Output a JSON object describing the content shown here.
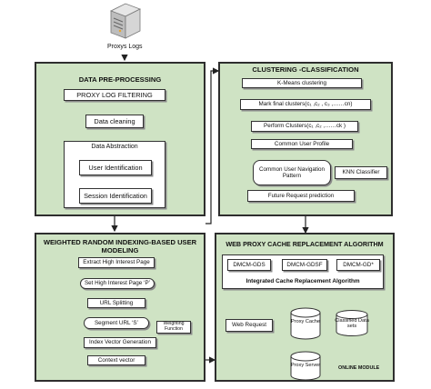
{
  "header": {
    "server_label": "Proxys Logs"
  },
  "panels": {
    "preprocessing": {
      "title": "DATA  PRE-PROCESSING",
      "filtering": "PROXY LOG FILTERING",
      "cleaning": "Data cleaning",
      "abstraction_title": "Data Abstraction",
      "user_id": "User Identification",
      "session_id": "Session Identification"
    },
    "clustering": {
      "title": "CLUSTERING -CLASSIFICATION",
      "kmeans": "K-Means clustering",
      "mark": "Mark final clusters(c₁ ,c₂ , c₃ ,……cn)",
      "perform": "Perform Clusters(c₁ ,c₂ ,……ck )",
      "profile": "Common User Profile",
      "navigation": "Common User Navigation Pattern",
      "knn": "KNN Classifier",
      "future": "Future Request prediction"
    },
    "indexing": {
      "title_line1": "WEIGHTED RANDOM INDEXING-BASED USER",
      "title_line2": "MODELING",
      "extract": "Extract High Interest Page",
      "set": "Set High Interest Page  ‘P’",
      "splitting": "URL Splitting",
      "segment": "Segment URL ‘S’",
      "weighting": "Weighting Function",
      "index_vector": "Index Vector Generation",
      "context_vector": "Context vector"
    },
    "cache": {
      "title": "WEB PROXY CACHE REPLACEMENT ALGORITHM",
      "gds": "DMCM-GDS",
      "gdsf": "DMCM-GDSF",
      "gdstar": "DMCM-GD*",
      "integrated": "Integrated  Cache Replacement Algorithm",
      "web_request": "Web Request",
      "proxy_cache": "Proxy Cache",
      "classified": "Classified Data sets",
      "proxy_server": "Proxy Server",
      "online_module": "ONLINE MODULE"
    }
  },
  "colors": {
    "panel_fill": "#cfe3c4",
    "border": "#2e2e2e",
    "arrow": "#222222"
  }
}
